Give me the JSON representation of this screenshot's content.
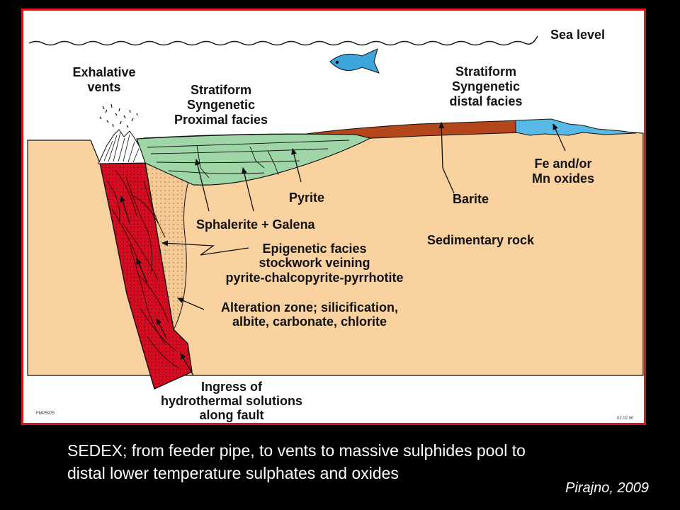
{
  "diagram": {
    "labels": {
      "sea_level": "Sea level",
      "exhalative_vents": [
        "Exhalative",
        "vents"
      ],
      "proximal_facies": [
        "Stratiform",
        "Syngenetic",
        "Proximal facies"
      ],
      "distal_facies": [
        "Stratiform",
        "Syngenetic",
        "distal facies"
      ],
      "pyrite": "Pyrite",
      "barite": "Barite",
      "fe_mn_oxides": [
        "Fe and/or",
        "Mn oxides"
      ],
      "sphalerite_galena": "Sphalerite + Galena",
      "sedimentary_rock": "Sedimentary rock",
      "epigenetic_facies": [
        "Epigenetic facies",
        "stockwork veining",
        "pyrite-chalcopyrite-pyrrhotite"
      ],
      "alteration_zone": [
        "Alteration zone; silicification,",
        "albite, carbonate, chlorite"
      ],
      "ingress": [
        "Ingress of",
        "hydrothermal solutions",
        "along fault"
      ],
      "figure_code": "FMP5975",
      "figure_date": "02.02.00"
    },
    "colors": {
      "frame": "#d7141a",
      "sediment": "#f9d2a0",
      "feeder_pipe": "#d40c22",
      "proximal_sulphides": "#9ed6a8",
      "barite_layer": "#b4461b",
      "oxides": "#58b9e6",
      "fish": "#3ca6dc"
    }
  },
  "caption": [
    "SEDEX; from feeder pipe, to vents to massive sulphides pool to",
    "distal lower temperature sulphates and oxides"
  ],
  "citation": "Pirajno, 2009"
}
